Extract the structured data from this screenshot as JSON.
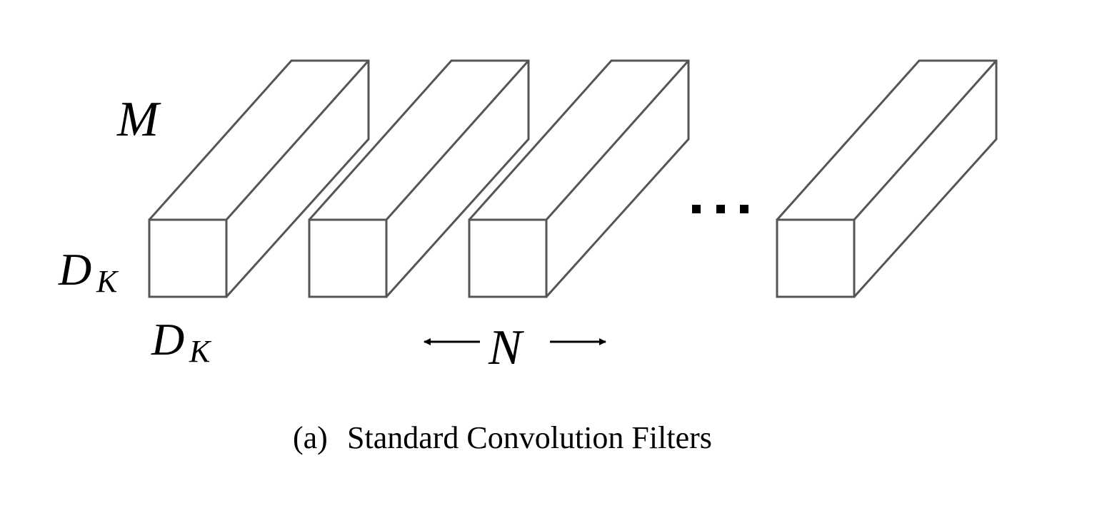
{
  "diagram": {
    "filter_count_shown": 4,
    "labels": {
      "depth": "M",
      "height_base": "D",
      "height_sub": "K",
      "width_base": "D",
      "width_sub": "K",
      "count": "N",
      "ellipsis": "..."
    },
    "caption": {
      "tag": "(a)",
      "text": "Standard Convolution Filters"
    },
    "colors": {
      "outline": "#555555",
      "text": "#000000",
      "background": "#ffffff"
    }
  }
}
